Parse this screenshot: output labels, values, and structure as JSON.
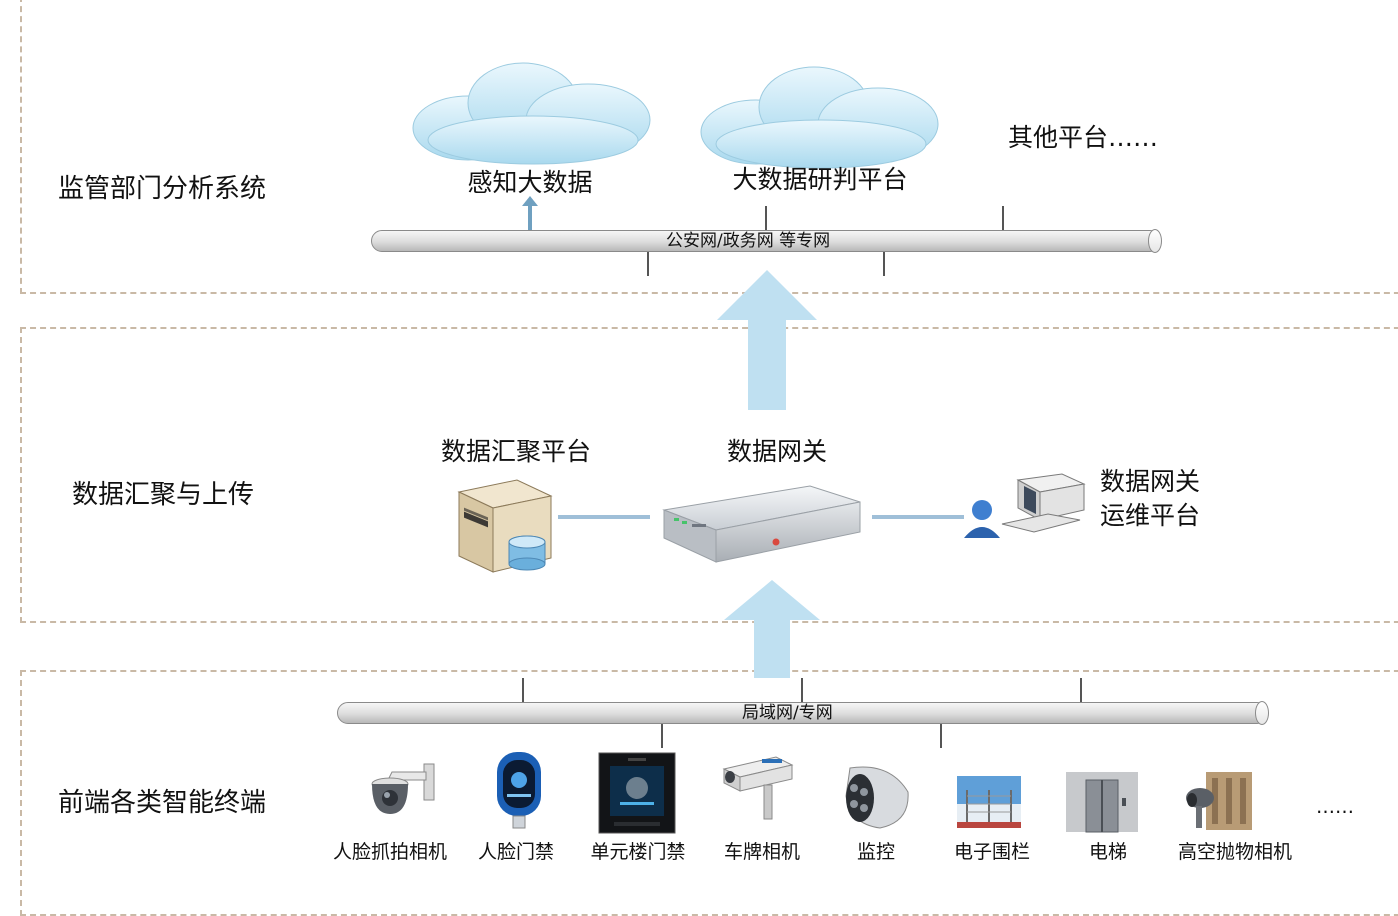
{
  "layers": {
    "top": "监管部门分析系统",
    "middle": "数据汇聚与上传",
    "bottom": "前端各类智能终端"
  },
  "platforms": {
    "perception": "感知大数据",
    "judgement": "大数据研判平台",
    "others": "其他平台……"
  },
  "networks": {
    "top": "公安网/政务网 等专网",
    "bottom": "局域网/专网"
  },
  "aggregation": {
    "platform": "数据汇聚平台",
    "gateway": "数据网关",
    "ops_line1": "数据网关",
    "ops_line2": "运维平台"
  },
  "terminals": [
    "人脸抓拍相机",
    "人脸门禁",
    "单元楼门禁",
    "车牌相机",
    "监控",
    "电子围栏",
    "电梯",
    "高空抛物相机"
  ],
  "more": "……",
  "colors": {
    "arrow": "#bfe0f1",
    "link": "#9fbfd8",
    "border": "#c9b9a6"
  }
}
